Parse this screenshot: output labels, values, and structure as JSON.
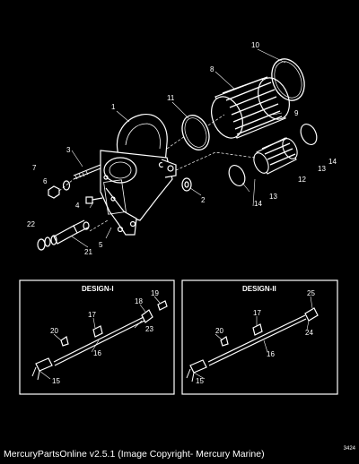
{
  "callouts": {
    "c1": "1",
    "c2": "2",
    "c3": "3",
    "c4": "4",
    "c5": "5",
    "c6": "6",
    "c7": "7",
    "c8": "8",
    "c9": "9",
    "c10": "10",
    "c11": "11",
    "c12": "12",
    "c13a": "13",
    "c13b": "13",
    "c14a": "14",
    "c14b": "14",
    "c21": "21",
    "c22": "22"
  },
  "design1": {
    "title": "DESIGN-I",
    "c15": "15",
    "c16": "16",
    "c17": "17",
    "c18": "18",
    "c19": "19",
    "c20": "20",
    "c23": "23"
  },
  "design2": {
    "title": "DESIGN-II",
    "c15": "15",
    "c16": "16",
    "c17": "17",
    "c20": "20",
    "c24": "24",
    "c25": "25"
  },
  "footer": {
    "text": "MercuryPartsOnline v2.5.1 (Image Copyright- Mercury Marine)"
  },
  "corner_number": "3424"
}
